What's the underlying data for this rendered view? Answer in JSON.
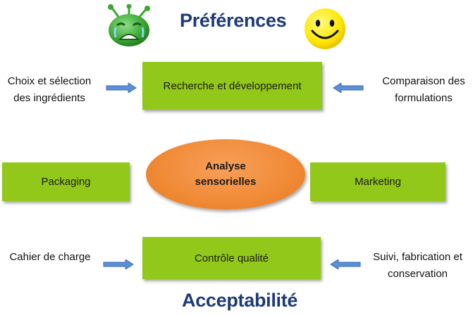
{
  "titles": {
    "top": "Préférences",
    "bottom": "Acceptabilité"
  },
  "icons": {
    "left": "crying-green-alien-icon",
    "right": "smiley-face-icon"
  },
  "boxes": {
    "rd": "Recherche et développement",
    "packaging": "Packaging",
    "marketing": "Marketing",
    "quality": "Contrôle qualité"
  },
  "center": {
    "line1": "Analyse",
    "line2": "sensorielles"
  },
  "side_labels": {
    "choix_line1": "Choix et sélection",
    "choix_line2": "des ingrédients",
    "comparaison_line1": "Comparaison des",
    "comparaison_line2": "formulations",
    "cahier": "Cahier de charge",
    "suivi_line1": "Suivi, fabrication et",
    "suivi_line2": "conservation"
  },
  "colors": {
    "box_green": "#92c81a",
    "ellipse_orange": "#f08a36",
    "title_blue": "#1f3a78",
    "arrow_blue": "#5b8fd6"
  }
}
